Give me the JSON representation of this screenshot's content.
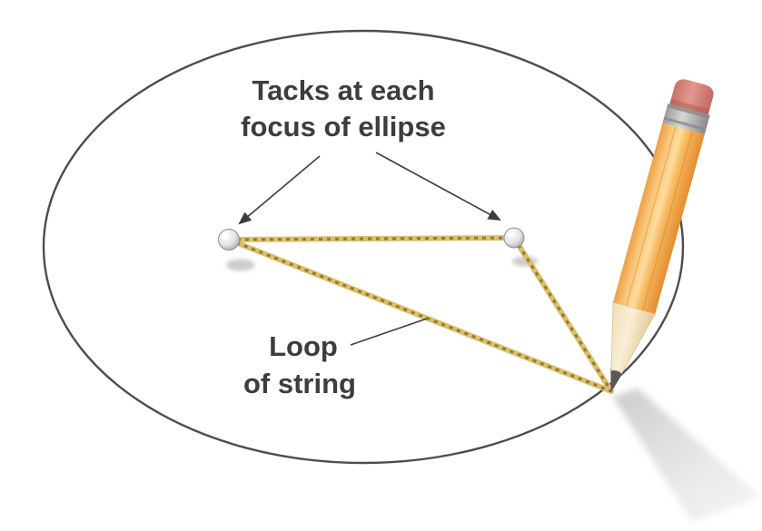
{
  "figure": {
    "description": "Ellipse drawn with two tacks at the foci, a loop of string, and a pencil",
    "labels": {
      "tacks_line1": "Tacks at each",
      "tacks_line2": "focus of ellipse",
      "loop_line1": "Loop",
      "loop_line2": "of string"
    },
    "colors": {
      "ellipse_stroke": "#4d4d4d",
      "label_text": "#3d3d3d",
      "pointer_line": "#3d3d3d",
      "string_base": "#d9bf72",
      "string_dots": "#9a7a1e",
      "tack_shadow": "#cdcdcd",
      "pencil_body": "#f6b45c",
      "eraser": "#d8837b",
      "ferrule": "#b9b9b9",
      "graphite": "#595959"
    }
  }
}
